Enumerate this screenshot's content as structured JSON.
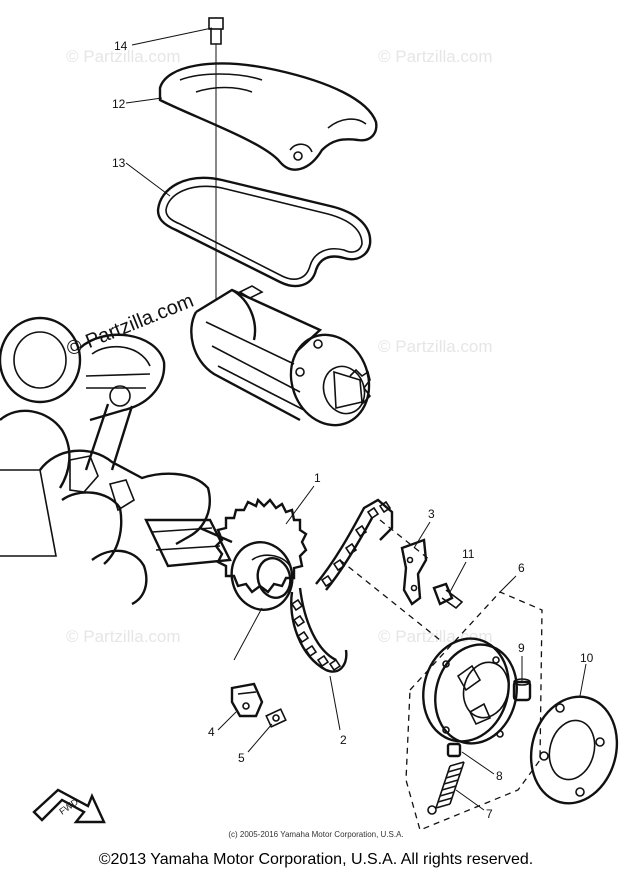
{
  "watermark": {
    "text": "© Partzilla.com",
    "prominent": "© Partzilla.com"
  },
  "callouts": {
    "c1": "1",
    "c2": "2",
    "c3": "3",
    "c4": "4",
    "c5": "5",
    "c6": "6",
    "c7": "7",
    "c8": "8",
    "c9": "9",
    "c10": "10",
    "c11": "11",
    "c12": "12",
    "c13": "13",
    "c14": "14"
  },
  "fwd_label": "FWD",
  "small_copyright": "(c) 2005-2016 Yamaha Motor Corporation, U.S.A.",
  "footer": "©2013 Yamaha Motor Corporation, U.S.A. All rights reserved."
}
